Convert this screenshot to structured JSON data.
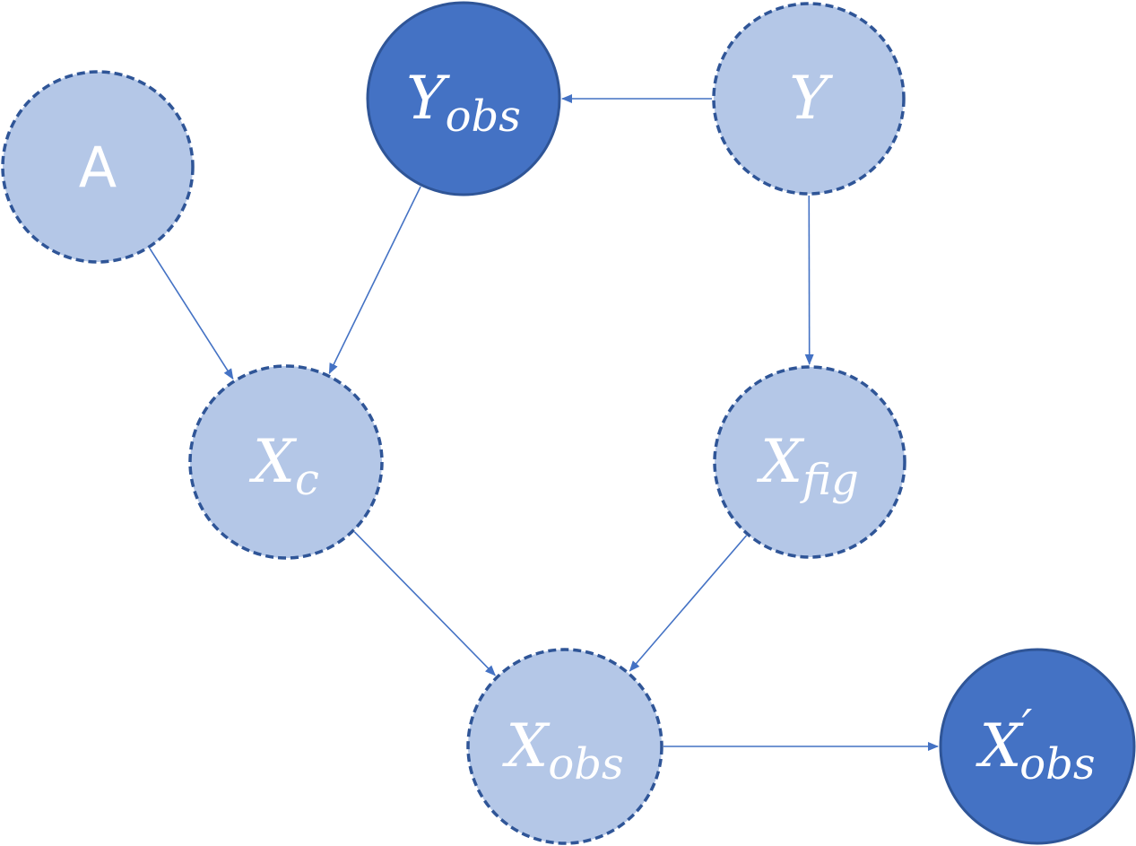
{
  "colors": {
    "latent_fill": "#b4c7e7",
    "latent_stroke": "#2f5597",
    "observed_fill": "#4472c4",
    "observed_stroke": "#2f5597",
    "edge": "#4472c4",
    "label": "#ffffff"
  },
  "nodes": {
    "A": {
      "main": "A",
      "sub": "",
      "prime": "",
      "observed": false
    },
    "Yobs": {
      "main": "Y",
      "sub": "obs",
      "prime": "",
      "observed": true
    },
    "Y": {
      "main": "Y",
      "sub": "",
      "prime": "",
      "observed": false
    },
    "Xc": {
      "main": "X",
      "sub": "c",
      "prime": "",
      "observed": false
    },
    "Xfig": {
      "main": "X",
      "sub": "fig",
      "prime": "",
      "observed": false
    },
    "Xobs": {
      "main": "X",
      "sub": "obs",
      "prime": "",
      "observed": false
    },
    "XobsPrime": {
      "main": "X",
      "sub": "obs",
      "prime": "′",
      "observed": true
    }
  },
  "edges": [
    {
      "from": "A",
      "to": "Xc"
    },
    {
      "from": "Yobs",
      "to": "Xc"
    },
    {
      "from": "Y",
      "to": "Yobs"
    },
    {
      "from": "Y",
      "to": "Xfig"
    },
    {
      "from": "Xc",
      "to": "Xobs"
    },
    {
      "from": "Xfig",
      "to": "Xobs"
    },
    {
      "from": "Xobs",
      "to": "XobsPrime"
    }
  ]
}
